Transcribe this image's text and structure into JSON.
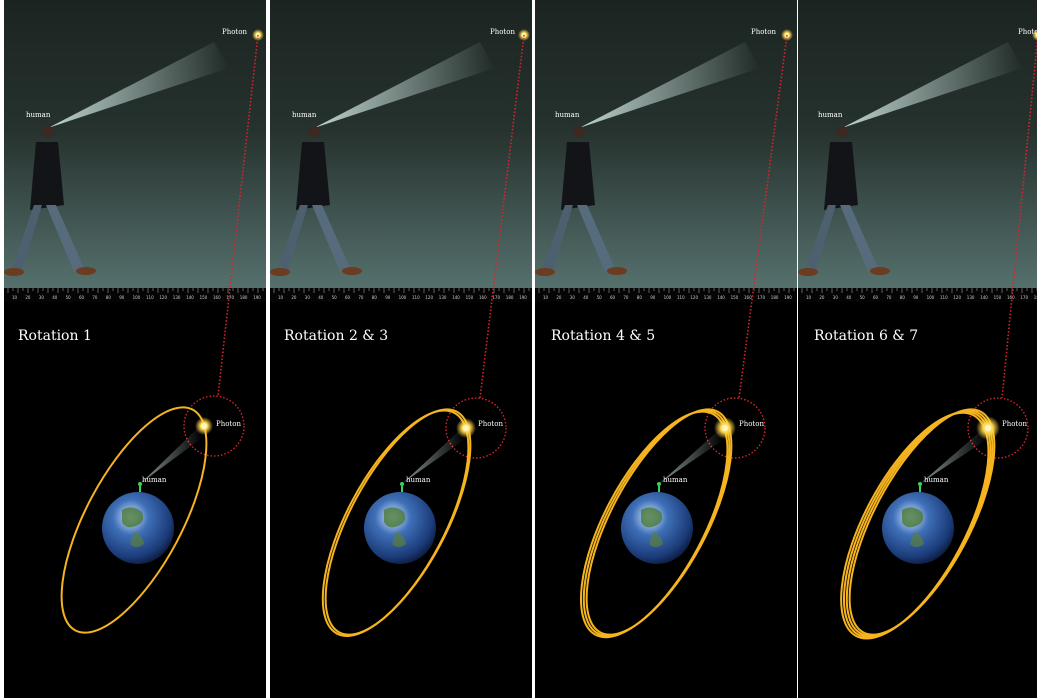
{
  "panels": [
    {
      "title": "Rotation 1",
      "photon_label": "Photon",
      "human_label": "human",
      "orbits": 1
    },
    {
      "title": "Rotation 2 & 3",
      "photon_label": "Photon",
      "human_label": "human",
      "orbits": 2
    },
    {
      "title": "Rotation 4 & 5",
      "photon_label": "Photon",
      "human_label": "human",
      "orbits": 3
    },
    {
      "title": "Rotation 6 & 7",
      "photon_label": "Photon",
      "human_label": "human",
      "orbits": 4
    }
  ],
  "ruler_ticks": [
    "10",
    "20",
    "30",
    "40",
    "50",
    "60",
    "70",
    "80",
    "90",
    "100",
    "110",
    "120",
    "130",
    "140",
    "150",
    "160",
    "170",
    "180",
    "190"
  ],
  "colors": {
    "orbit": "#f6b41e",
    "photon": "#ffd54a",
    "dotted_line": "#d8262a",
    "beam": "#cfe6e2",
    "panel_divider": "#ffffff"
  }
}
